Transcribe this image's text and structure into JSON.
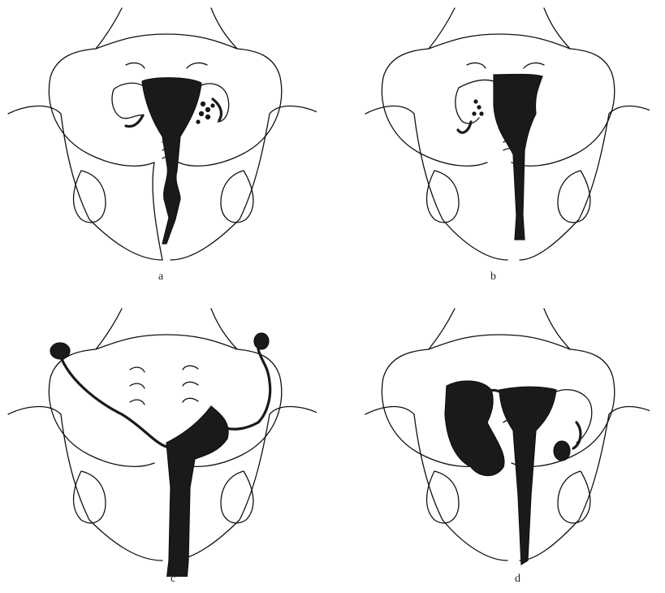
{
  "panels": [
    {
      "id": "a",
      "caption": "a"
    },
    {
      "id": "b",
      "caption": "b"
    },
    {
      "id": "c",
      "caption": "c"
    },
    {
      "id": "d",
      "caption": "d"
    }
  ]
}
